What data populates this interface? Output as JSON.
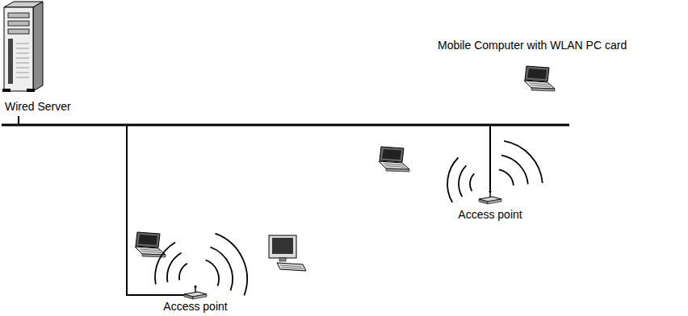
{
  "diagram": {
    "nodes": [
      {
        "text": [
          "Wired Server"
        ]
      },
      {
        "text": [
          "Mobile Computer with WLAN PC card"
        ]
      },
      {
        "text": [
          "Access point"
        ]
      },
      {
        "text": [
          "Access point"
        ]
      }
    ],
    "edges": [
      {
        "from": 0,
        "to": 2,
        "arrow": "none"
      },
      {
        "from": 0,
        "to": 3,
        "arrow": "none"
      }
    ]
  }
}
